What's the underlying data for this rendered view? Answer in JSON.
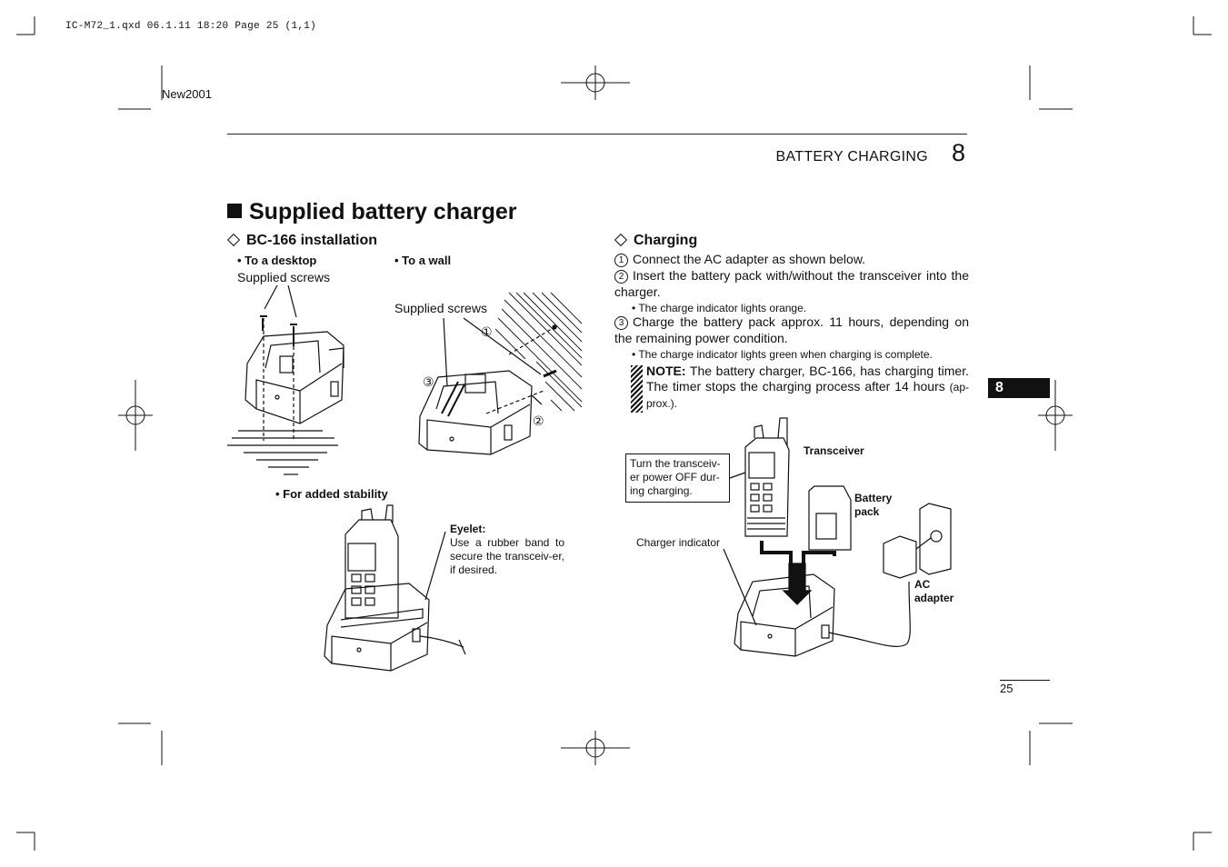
{
  "slug": "IC-M72_1.qxd  06.1.11 18:20  Page 25 (1,1)",
  "new_tag": "New2001",
  "header": {
    "section": "BATTERY CHARGING",
    "chapter": "8"
  },
  "title": "Supplied battery charger",
  "left": {
    "heading": "BC-166 installation",
    "desktop": "• To a desktop",
    "wall": "• To a wall",
    "screws1": "Supplied screws",
    "screws2": "Supplied screws",
    "num1": "①",
    "num2": "②",
    "num3": "③",
    "stability": "• For added stability",
    "eyelet_title": "Eyelet:",
    "eyelet_text": "Use a rubber band to secure the transceiv-er, if desired."
  },
  "right": {
    "heading": "Charging",
    "steps": [
      {
        "num": "1",
        "text": "Connect the AC adapter as shown below."
      },
      {
        "num": "2",
        "text": "Insert the battery pack with/without the transceiver into the charger.",
        "sub": "• The charge indicator lights orange."
      },
      {
        "num": "3",
        "text": "Charge the battery pack approx. 11 hours, depending on the remaining power condition.",
        "sub": "• The charge indicator lights green when charging is complete."
      }
    ],
    "note_label": "NOTE:",
    "note_text": " The battery charger, BC-166, has charging timer. The timer stops the charging process after 14 hours ",
    "note_small": "(ap-prox.).",
    "callout": "Turn the transceiv-er power OFF dur-ing charging.",
    "transceiver": "Transceiver",
    "battery": "Battery pack",
    "charger_indicator": "Charger indicator",
    "ac_adapter": "AC adapter"
  },
  "tab": "8",
  "page_number": "25"
}
